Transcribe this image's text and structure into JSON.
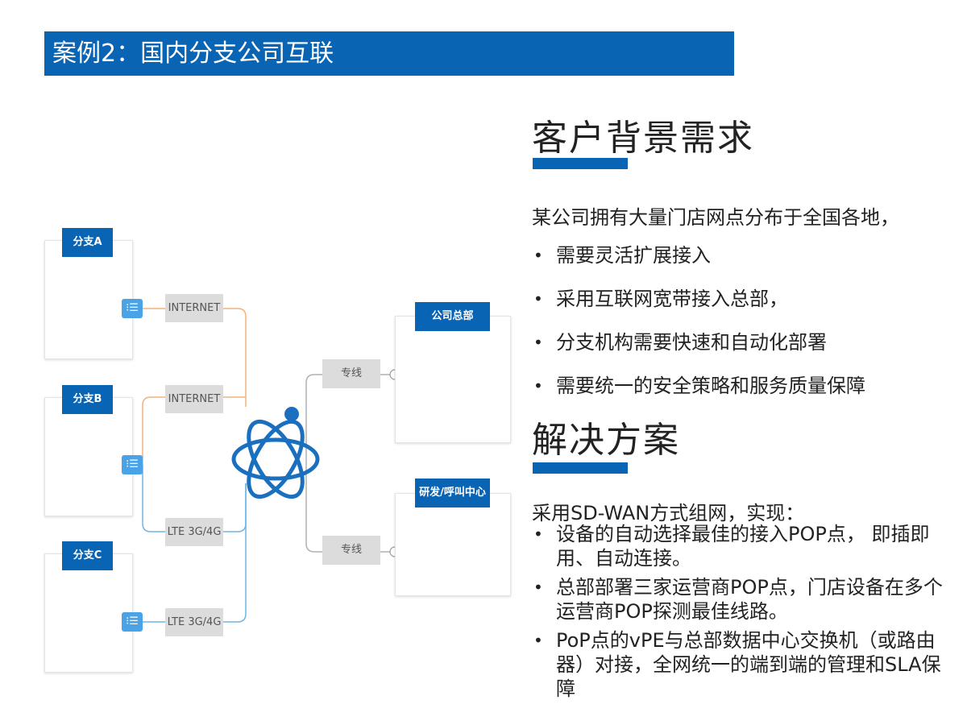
{
  "slide_title": "案例2：国内分支公司互联",
  "diagram": {
    "branches": [
      "分支A",
      "分支B",
      "分支C"
    ],
    "router_symbol": "⁝☰",
    "links": {
      "internet_a": "INTERNET",
      "internet_b": "INTERNET",
      "lte_b": "LTE 3G/4G",
      "lte_c": "LTE 3G/4G",
      "dedicated_1": "专线",
      "dedicated_2": "专线"
    },
    "sites": [
      "公司总部",
      "研发/呼叫中心"
    ],
    "colors": {
      "brand": "#0a64b4",
      "internet_line": "#f3b27a",
      "lte_line": "#6fb5e8",
      "hub_line": "#b0b0b0"
    },
    "icons": [
      "building-icon",
      "server-icon",
      "sdwan-hub-icon",
      "router-icon"
    ]
  },
  "background": {
    "heading": "客户背景需求",
    "intro": "某公司拥有大量门店网点分布于全国各地，",
    "bullets": [
      "需要灵活扩展接入",
      "采用互联网宽带接入总部，",
      "分支机构需要快速和自动化部署",
      "需要统一的安全策略和服务质量保障"
    ]
  },
  "solution": {
    "heading": "解决方案",
    "intro": "采用SD-WAN方式组网，实现：",
    "bullets": [
      "设备的自动选择最佳的接入POP点， 即插即用、自动连接。",
      "总部部署三家运营商POP点，门店设备在多个运营商POP探测最佳线路。",
      "PoP点的vPE与总部数据中心交换机（或路由器）对接，全网统一的端到端的管理和SLA保障"
    ]
  }
}
